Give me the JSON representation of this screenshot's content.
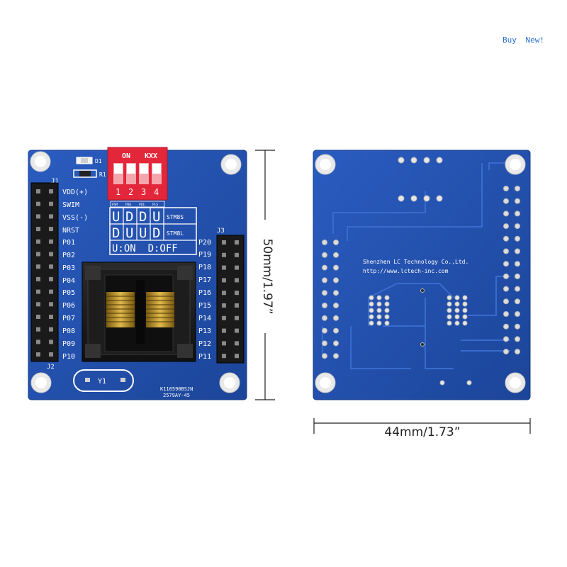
{
  "corner_link": "Buy  New!",
  "front": {
    "dip_on_label": "ON",
    "dip_kxx_label": "KXX",
    "dip_numbers": [
      "1",
      "2",
      "3",
      "4"
    ],
    "dip_top_labels": [
      "PSM",
      "PD6",
      "PD1",
      "PLS"
    ],
    "d1": "D1",
    "r1": "R1",
    "j1": "J1",
    "j2": "J2",
    "j3": "J3",
    "y1": "Y1",
    "left_pins": [
      "VDD(+)",
      "SWIM",
      "VSS(-)",
      "NRST",
      "P01",
      "P02",
      "P03",
      "P04",
      "P05",
      "P06",
      "P07",
      "P08",
      "P09",
      "P10"
    ],
    "right_pins": [
      "P20",
      "P19",
      "P18",
      "P17",
      "P16",
      "P15",
      "P14",
      "P13",
      "P12",
      "P11"
    ],
    "table_row1": [
      "U",
      "D",
      "D",
      "U"
    ],
    "table_row2": [
      "D",
      "U",
      "U",
      "D"
    ],
    "table_tag1": "STM8S",
    "table_tag2": "STM8L",
    "table_legend": "U:ON  D:OFF",
    "code1": "K110590BSJN",
    "code2": "2579AY-45"
  },
  "back": {
    "company": "Shenzhen LC Technology Co.,Ltd.",
    "url": "http://www.lctech-inc.com"
  },
  "dims": {
    "height": "50mm/1.97”",
    "width": "44mm/1.73”"
  },
  "colors": {
    "board": "#1f4fa8",
    "dip": "#e3263a",
    "header": "#1a1a1a"
  }
}
